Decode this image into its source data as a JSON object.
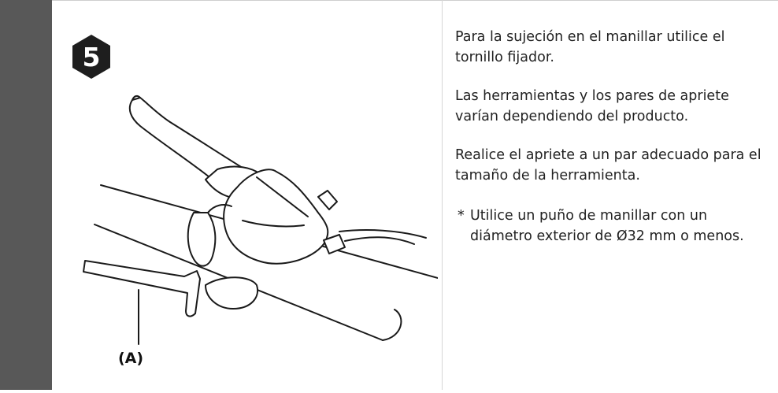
{
  "step": {
    "number": "5"
  },
  "figure": {
    "callout_label": "(A)"
  },
  "instructions": {
    "paragraphs": [
      "Para la sujeción en el manillar utilice el tornillo fijador.",
      "Las herramientas y los pares de apriete varían dependiendo del producto.",
      "Realice el apriete a un par adecuado para el tamaño de la herramienta."
    ],
    "note_marker": "*",
    "note": "Utilice un puño de manillar con un diámetro exterior de Ø32 mm o menos."
  },
  "colors": {
    "sidebar": "#585858",
    "badge": "#1e1e1e",
    "badge_text": "#ffffff"
  }
}
